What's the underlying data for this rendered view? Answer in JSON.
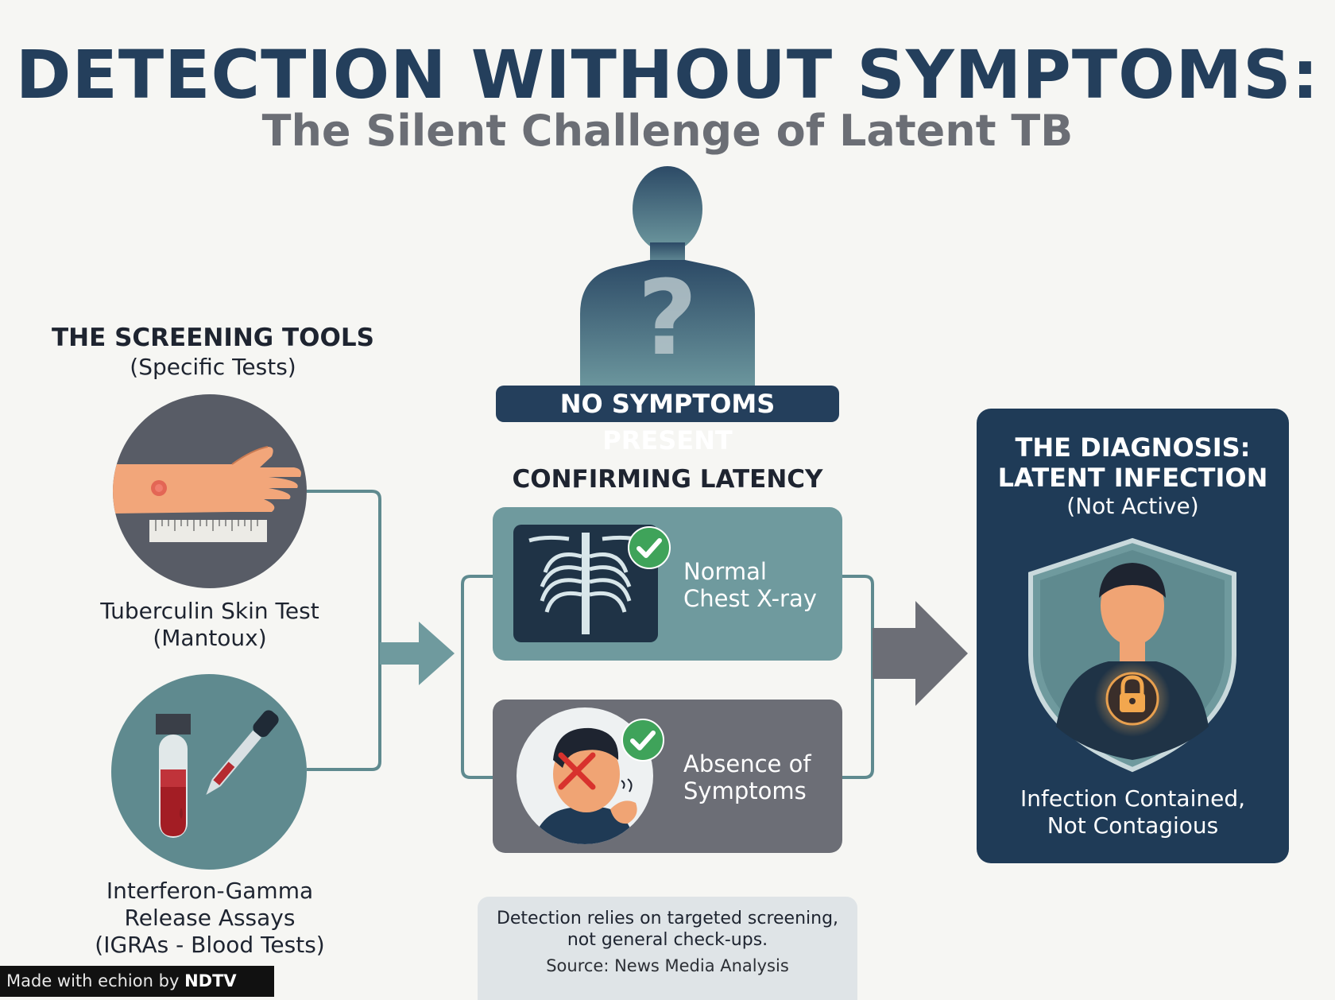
{
  "header": {
    "title": "DETECTION WITHOUT SYMPTOMS:",
    "subtitle": "The Silent Challenge of Latent TB"
  },
  "figure": {
    "badge": "NO SYMPTOMS PRESENT",
    "icon": "question-mark"
  },
  "screening": {
    "heading": "THE SCREENING TOOLS",
    "subheading": "(Specific Tests)",
    "tools": [
      {
        "line1": "Tuberculin Skin Test",
        "line2": "(Mantoux)",
        "icon": "arm-ruler"
      },
      {
        "line1": "Interferon-Gamma",
        "line2": "Release Assays",
        "line3": "(IGRAs - Blood Tests)",
        "icon": "blood-tube-dropper"
      }
    ]
  },
  "confirming": {
    "heading": "CONFIRMING LATENCY",
    "cards": [
      {
        "line1": "Normal",
        "line2": "Chest X-ray",
        "icon": "chest-xray",
        "color": "#6f9a9e"
      },
      {
        "line1": "Absence of",
        "line2": "Symptoms",
        "icon": "no-cough",
        "color": "#6c6e76"
      }
    ]
  },
  "diagnosis": {
    "heading_line1": "THE DIAGNOSIS:",
    "heading_line2": "LATENT INFECTION",
    "subheading": "(Not Active)",
    "footer_line1": "Infection Contained,",
    "footer_line2": "Not Contagious",
    "icon": "shield-person-lock"
  },
  "note": {
    "line1": "Detection relies on targeted screening,",
    "line2": "not general check-ups.",
    "source": "Source: News Media Analysis"
  },
  "footer": {
    "made_with": "Made with",
    "echion": "echion",
    "by": "by",
    "brand": "NDTV"
  },
  "colors": {
    "navy": "#243f5c",
    "teal": "#6f9a9e",
    "gray": "#6c6e76",
    "check": "#3fa35a"
  }
}
